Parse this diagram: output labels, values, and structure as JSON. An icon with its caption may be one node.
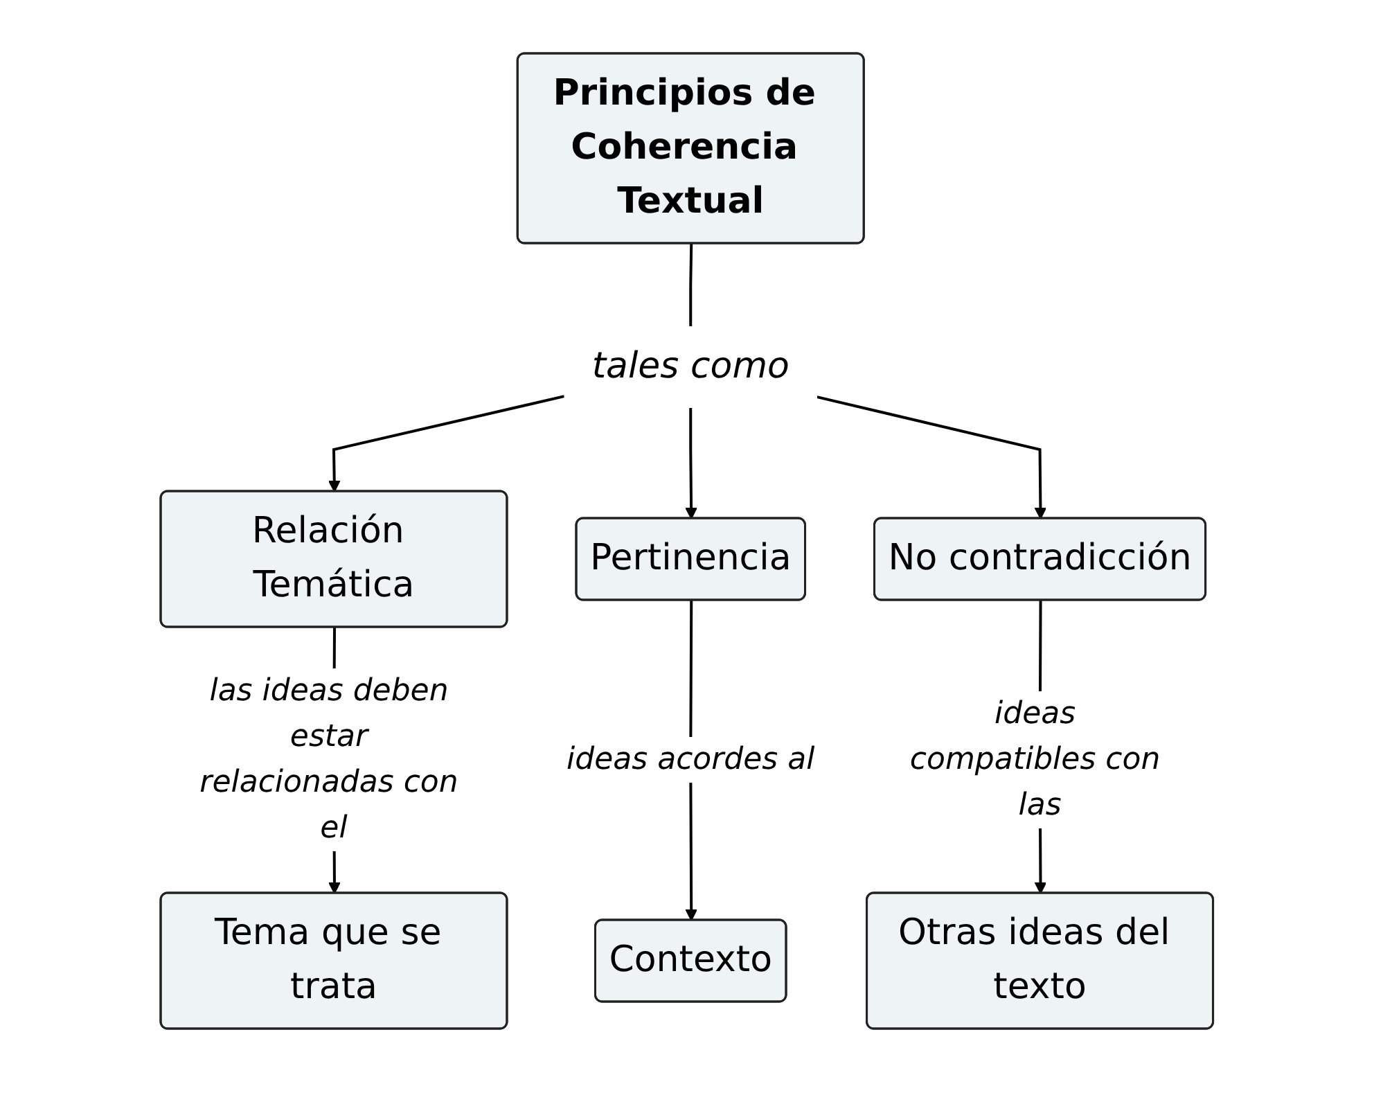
{
  "diagram": {
    "nodes": [
      {
        "text": [
          "Principios de Coherencia Textual"
        ]
      },
      {
        "text": [
          "tales como"
        ]
      },
      {
        "text": [
          "Relación Temática"
        ]
      },
      {
        "text": [
          "Pertinencia"
        ]
      },
      {
        "text": [
          "No contradicción"
        ]
      },
      {
        "text": [
          "Tema que se trata"
        ]
      },
      {
        "text": [
          "Contexto"
        ]
      },
      {
        "text": [
          "Otras ideas del texto"
        ]
      }
    ],
    "edges": [
      {
        "from": 0,
        "to": 1,
        "arrow": "none"
      },
      {
        "from": 1,
        "to": 2,
        "arrow": "to"
      },
      {
        "from": 1,
        "to": 3,
        "arrow": "to"
      },
      {
        "from": 1,
        "to": 4,
        "arrow": "to"
      },
      {
        "from": 2,
        "to": 5,
        "arrow": "to",
        "label": "las ideas deben estar relacionadas con el"
      },
      {
        "from": 3,
        "to": 6,
        "arrow": "to",
        "label": "ideas acordes al"
      },
      {
        "from": 4,
        "to": 7,
        "arrow": "to",
        "label": "ideas compatibles con las"
      }
    ]
  }
}
